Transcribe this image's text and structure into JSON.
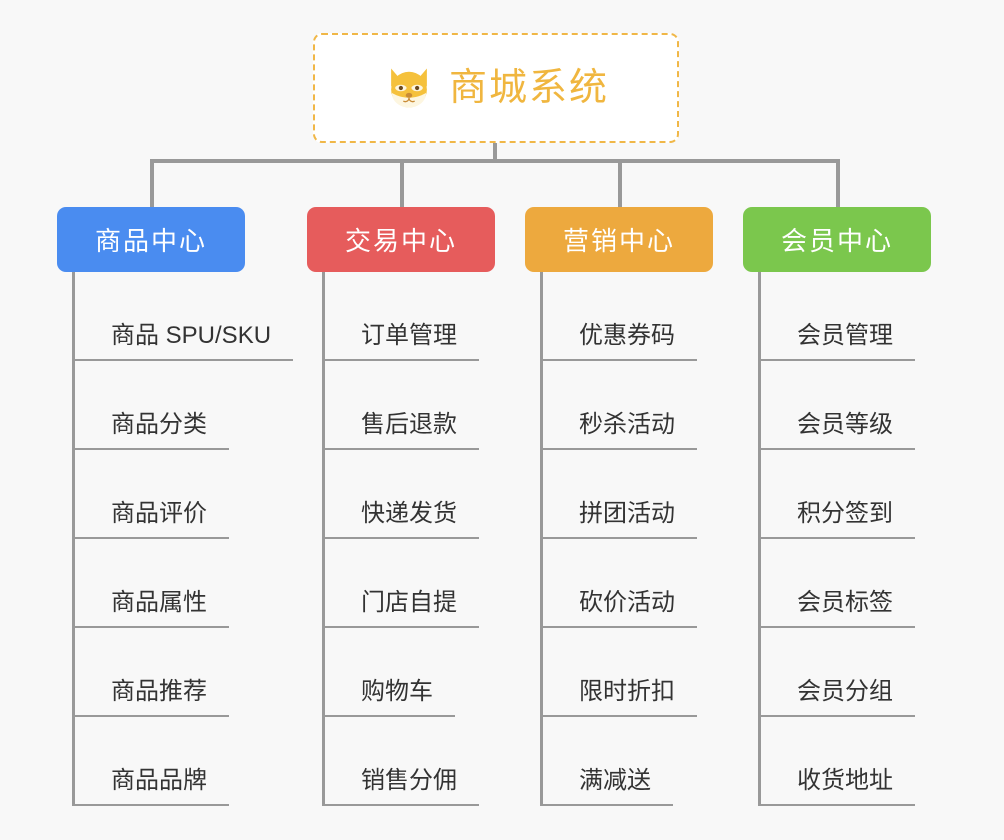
{
  "background_color": "#f8f8f8",
  "root": {
    "icon": "shiba-dog-face-emoji",
    "title": "商城系统",
    "text_color": "#f0b63f",
    "border_color": "#f0b747"
  },
  "connector_color": "#999999",
  "columns": [
    {
      "id": "product-center",
      "header": "商品中心",
      "color": "#4a8cf0",
      "items": [
        "商品 SPU/SKU",
        "商品分类",
        "商品评价",
        "商品属性",
        "商品推荐",
        "商品品牌"
      ]
    },
    {
      "id": "trade-center",
      "header": "交易中心",
      "color": "#e65c5c",
      "items": [
        "订单管理",
        "售后退款",
        "快递发货",
        "门店自提",
        "购物车",
        "销售分佣"
      ]
    },
    {
      "id": "marketing-center",
      "header": "营销中心",
      "color": "#eda93e",
      "items": [
        "优惠券码",
        "秒杀活动",
        "拼团活动",
        "砍价活动",
        "限时折扣",
        "满减送"
      ]
    },
    {
      "id": "member-center",
      "header": "会员中心",
      "color": "#7bc74d",
      "items": [
        "会员管理",
        "会员等级",
        "积分签到",
        "会员标签",
        "会员分组",
        "收货地址"
      ]
    }
  ]
}
